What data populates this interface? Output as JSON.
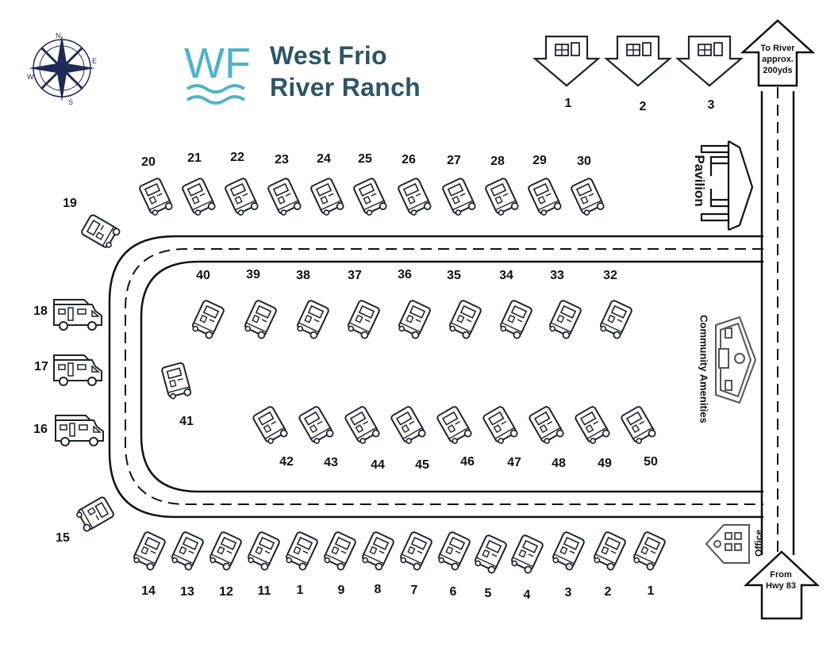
{
  "brand": {
    "line1": "West Frio",
    "line2": "River Ranch",
    "logo_initials": "WF",
    "accent_color": "#4fb3c8",
    "text_color": "#2d5566"
  },
  "compass": {
    "n": "N",
    "e": "E",
    "s": "S",
    "w": "W"
  },
  "signs": {
    "to_river_line1": "To River",
    "to_river_line2": "approx.",
    "to_river_line3": "200yds",
    "from_hwy_line1": "From",
    "from_hwy_line2": "Hwy 83"
  },
  "buildings": {
    "pavilion": "Pavilion",
    "community": "Community Amenities",
    "office": "Office"
  },
  "cabins": [
    "1",
    "2",
    "3"
  ],
  "sites_top_row": [
    "20",
    "21",
    "22",
    "23",
    "24",
    "25",
    "26",
    "27",
    "28",
    "29",
    "30"
  ],
  "sites_inner_top": [
    "40",
    "39",
    "38",
    "37",
    "36",
    "35",
    "34",
    "33",
    "32"
  ],
  "sites_inner_bottom": [
    "42",
    "43",
    "44",
    "45",
    "46",
    "47",
    "48",
    "49",
    "50"
  ],
  "sites_bottom_row": [
    "14",
    "13",
    "12",
    "11",
    "1",
    "9",
    "8",
    "7",
    "6",
    "5",
    "4",
    "3",
    "2",
    "1"
  ],
  "sites_left": [
    "19",
    "18",
    "17",
    "16",
    "15",
    "41"
  ]
}
